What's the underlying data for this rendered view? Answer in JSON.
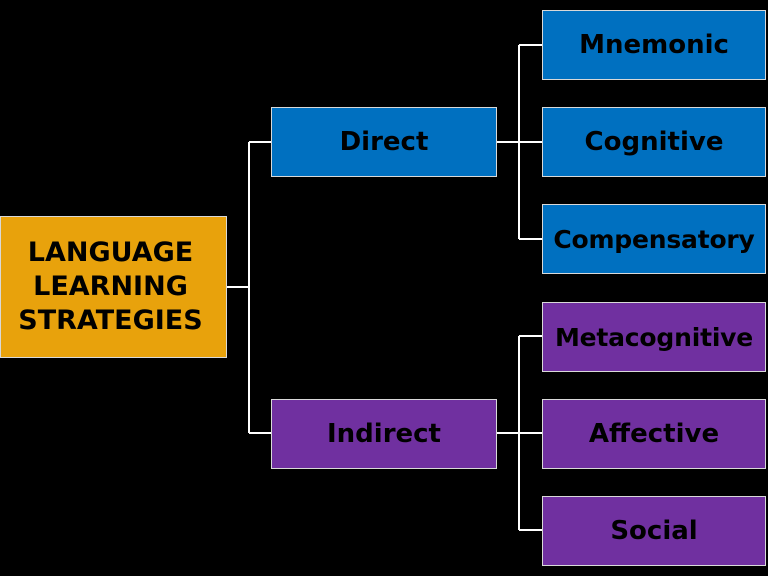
{
  "colors": {
    "background": "#000000",
    "root": "#E8A20C",
    "direct_group": "#0070C0",
    "indirect_group": "#7030A0",
    "connector": "#FFFFFF",
    "text": "#000000"
  },
  "root": {
    "lines": [
      "LANGUAGE",
      "LEARNING",
      "STRATEGIES"
    ]
  },
  "branches": [
    {
      "label": "Direct",
      "children": [
        "Mnemonic",
        "Cognitive",
        "Compensatory"
      ]
    },
    {
      "label": "Indirect",
      "children": [
        "Metacognitive",
        "Affective",
        "Social"
      ]
    }
  ]
}
